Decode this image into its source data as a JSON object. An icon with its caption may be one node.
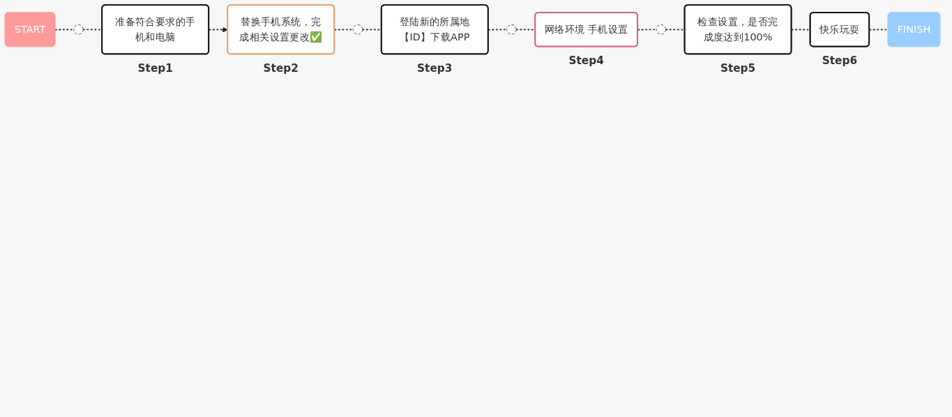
{
  "diagram": {
    "nodes": [
      {
        "text": [
          "START"
        ]
      },
      {
        "text": [],
        "shape": "circle"
      },
      {
        "text": [
          "准备符合要求的手机和电脑"
        ],
        "beside": [
          "Step1"
        ]
      },
      {
        "text": [
          "替换手机系统，完成相关设置更改✅"
        ],
        "beside": [
          "Step2"
        ]
      },
      {
        "text": [],
        "shape": "circle"
      },
      {
        "text": [
          "登陆新的所属地【ID】下载APP"
        ],
        "beside": [
          "Step3"
        ]
      },
      {
        "text": [],
        "shape": "circle"
      },
      {
        "text": [
          "网络环境 手机设置"
        ],
        "beside": [
          "Step4"
        ]
      },
      {
        "text": [],
        "shape": "circle"
      },
      {
        "text": [
          "检查设置，是否完成度达到100%"
        ],
        "beside": [
          "Step5"
        ]
      },
      {
        "text": [
          "快乐玩耍"
        ],
        "beside": [
          "Step6"
        ]
      },
      {
        "text": [
          "FINISH"
        ]
      }
    ],
    "edges": [
      {
        "from": 0,
        "to": 1,
        "arrow": "none",
        "style": "dashed"
      },
      {
        "from": 1,
        "to": 2,
        "arrow": "none",
        "style": "dashed"
      },
      {
        "from": 2,
        "to": 3,
        "arrow": "to",
        "style": "dashed"
      },
      {
        "from": 3,
        "to": 4,
        "arrow": "none",
        "style": "dashed"
      },
      {
        "from": 4,
        "to": 5,
        "arrow": "none",
        "style": "dashed"
      },
      {
        "from": 5,
        "to": 6,
        "arrow": "none",
        "style": "dashed"
      },
      {
        "from": 6,
        "to": 7,
        "arrow": "none",
        "style": "dashed"
      },
      {
        "from": 7,
        "to": 8,
        "arrow": "none",
        "style": "dashed"
      },
      {
        "from": 8,
        "to": 9,
        "arrow": "none",
        "style": "dashed"
      },
      {
        "from": 9,
        "to": 10,
        "arrow": "none",
        "style": "dashed"
      },
      {
        "from": 10,
        "to": 11,
        "arrow": "none",
        "style": "dashed"
      }
    ]
  }
}
